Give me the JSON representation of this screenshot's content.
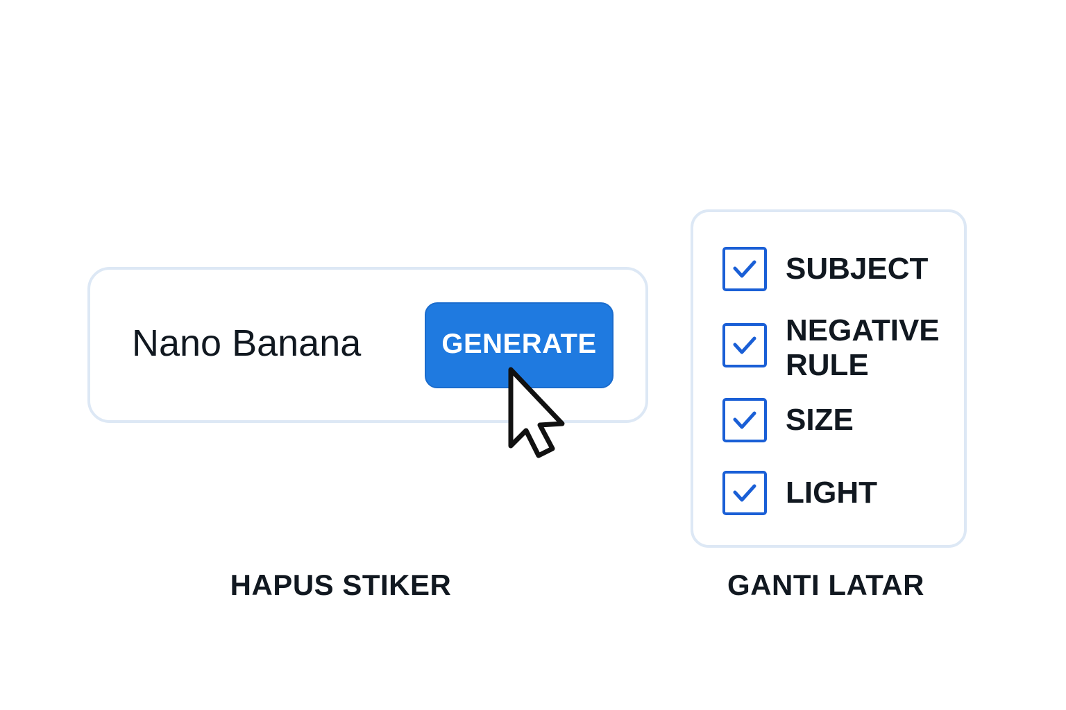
{
  "left_panel": {
    "model_name": "Nano Banana",
    "generate_label": "GENERATE",
    "caption": "HAPUS STIKER"
  },
  "right_panel": {
    "options": [
      {
        "label": "SUBJECT",
        "checked": true
      },
      {
        "label": "NEGATIVE RULE",
        "checked": true
      },
      {
        "label": "SIZE",
        "checked": true
      },
      {
        "label": "LIGHT",
        "checked": true
      }
    ],
    "caption": "GANTI LATAR"
  },
  "colors": {
    "accent": "#1f7ae0",
    "checkbox": "#1a5fd6",
    "border": "#dde8f5"
  }
}
